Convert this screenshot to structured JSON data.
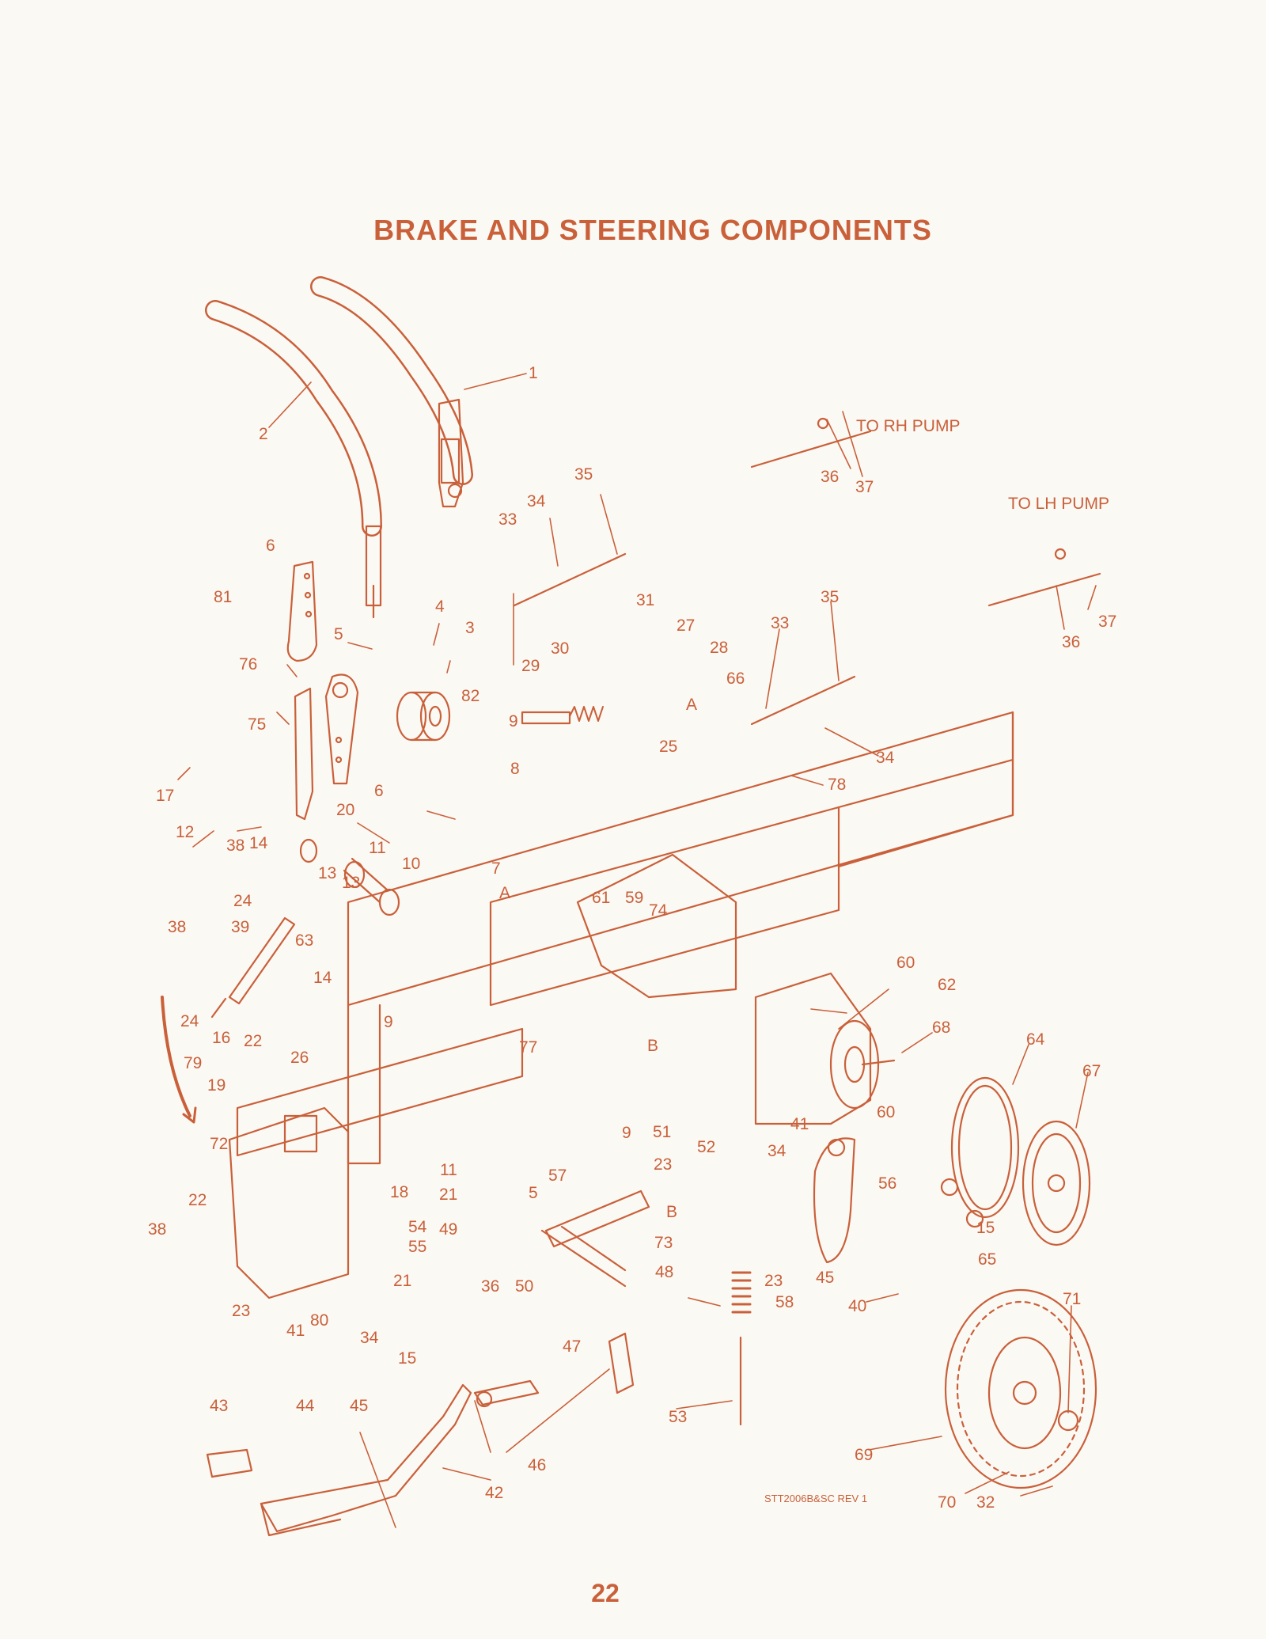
{
  "title": "BRAKE AND STEERING COMPONENTS",
  "notes": {
    "rh_pump": "TO RH PUMP",
    "lh_pump": "TO LH PUMP"
  },
  "drawing_number": "STT2006B&SC REV 1",
  "page_number": "22",
  "colors": {
    "ink": "#c9603a",
    "paper": "#fbf9f4"
  },
  "callouts": [
    "1",
    "2",
    "3",
    "4",
    "5",
    "6",
    "6",
    "8",
    "9",
    "9",
    "9",
    "10",
    "11",
    "11",
    "12",
    "13",
    "13",
    "14",
    "14",
    "15",
    "15",
    "16",
    "17",
    "19",
    "20",
    "21",
    "21",
    "22",
    "22",
    "23",
    "23",
    "23",
    "24",
    "24",
    "25",
    "26",
    "27",
    "28",
    "29",
    "30",
    "31",
    "32",
    "33",
    "33",
    "34",
    "34",
    "34",
    "34",
    "35",
    "35",
    "36",
    "36",
    "36",
    "37",
    "37",
    "38",
    "38",
    "38",
    "39",
    "40",
    "41",
    "41",
    "42",
    "43",
    "44",
    "45",
    "45",
    "46",
    "47",
    "48",
    "49",
    "50",
    "51",
    "52",
    "53",
    "54",
    "55",
    "56",
    "57",
    "58",
    "59",
    "60",
    "60",
    "61",
    "62",
    "63",
    "64",
    "65",
    "66",
    "67",
    "68",
    "69",
    "70",
    "71",
    "72",
    "73",
    "74",
    "75",
    "76",
    "77",
    "78",
    "79",
    "80",
    "81",
    "82",
    "5",
    "7",
    "18",
    "A",
    "A",
    "B",
    "B"
  ]
}
